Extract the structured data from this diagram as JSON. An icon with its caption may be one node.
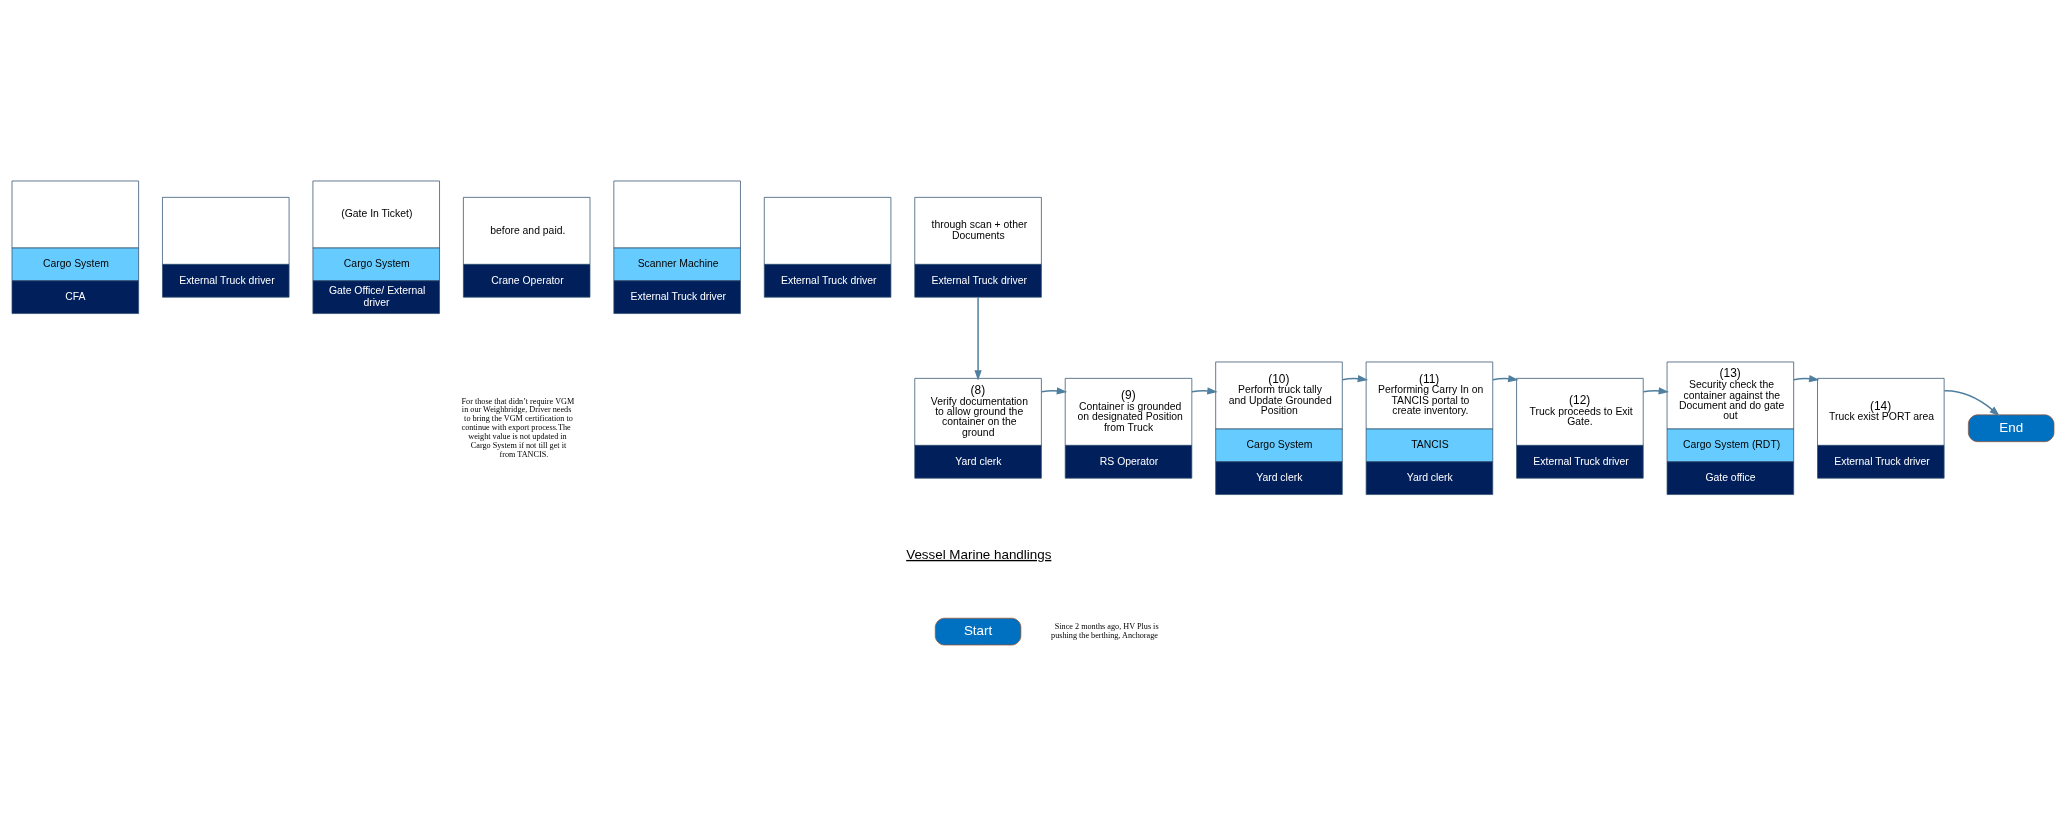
{
  "diagram": {
    "nodes": [
      {
        "text": [
          "Cargo System",
          "CFA"
        ]
      },
      {
        "text": [
          "External Truck driver"
        ]
      },
      {
        "text": [
          "(Gate In Ticket)",
          "Cargo System",
          "Gate Office/ External driver"
        ]
      },
      {
        "text": [
          "before and paid.",
          "Crane Operator"
        ]
      },
      {
        "text": [
          "Scanner Machine",
          "External Truck driver"
        ]
      },
      {
        "text": [
          "External Truck driver"
        ]
      },
      {
        "text": [
          "through scan + other Documents",
          "External Truck driver"
        ]
      },
      {
        "text": [
          "(8)",
          "Verify documentation to allow ground the container on the ground",
          "Yard clerk"
        ]
      },
      {
        "text": [
          "(9)",
          "Container is grounded on designated Position from Truck",
          "RS Operator"
        ]
      },
      {
        "text": [
          "(10)",
          "Perform truck tally and Update Grounded Position",
          "Cargo System",
          "Yard clerk"
        ]
      },
      {
        "text": [
          "(11)",
          "Performing Carry In on TANCIS portal to create inventory.",
          "TANCIS",
          "Yard clerk"
        ]
      },
      {
        "text": [
          "(12)",
          "Truck proceeds to Exit Gate.",
          "External Truck driver"
        ]
      },
      {
        "text": [
          "(13)",
          "Security check the container against the Document and do gate out",
          "Cargo System (RDT)",
          "Gate office"
        ]
      },
      {
        "text": [
          "(14)",
          "Truck exist PORT area",
          "External Truck driver"
        ]
      },
      {
        "text": [
          "End"
        ]
      },
      {
        "text": [
          "Start"
        ]
      }
    ],
    "edges": [
      {
        "from": 6,
        "to": 7,
        "arrow": "to"
      },
      {
        "from": 7,
        "to": 8,
        "arrow": "to"
      },
      {
        "from": 8,
        "to": 9,
        "arrow": "to"
      },
      {
        "from": 9,
        "to": 10,
        "arrow": "to"
      },
      {
        "from": 10,
        "to": 11,
        "arrow": "to"
      },
      {
        "from": 11,
        "to": 12,
        "arrow": "to"
      },
      {
        "from": 12,
        "to": 13,
        "arrow": "to"
      },
      {
        "from": 13,
        "to": 14,
        "arrow": "to"
      }
    ],
    "labels": [
      "For those that didn’t require VGM in our Weighbridge, Driver needs to bring the VGM certification to continue with export process.The weight value is not updated in Cargo System if not till get it from TANCIS.",
      "Vessel Marine handlings",
      "Since 2 months ago, HV Plus is pushing the berthing, Anchorage"
    ]
  }
}
